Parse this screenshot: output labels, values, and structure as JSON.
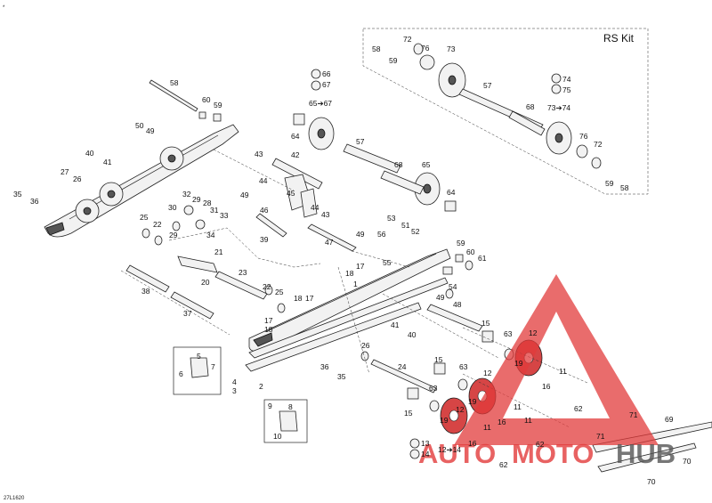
{
  "diagram": {
    "kit_title": "RS Kit",
    "drawing_code": "27L1620",
    "corner_mark": "*",
    "watermark": {
      "text_auto": "AUTO",
      "text_moto": "MOTO",
      "text_hub": "HUB",
      "color_primary": "#e23b3b",
      "color_secondary": "#555555"
    },
    "callouts": {
      "c1": "1",
      "c2": "2",
      "c3": "3",
      "c4": "4",
      "c5": "5",
      "c6": "6",
      "c7": "7",
      "c8": "8",
      "c9": "9",
      "c10": "10",
      "c11a": "11",
      "c11b": "11",
      "c11c": "11",
      "c11d": "11",
      "c12a": "12",
      "c12b": "12",
      "c12c": "12",
      "c13": "13",
      "c14": "14",
      "c12to14": "12➔14",
      "c15a": "15",
      "c15b": "15",
      "c15c": "15",
      "c16a": "16",
      "c16b": "16",
      "c16c": "16",
      "c17a": "17",
      "c17b": "17",
      "c17c": "17",
      "c18a": "18",
      "c18b": "18",
      "c18c": "18",
      "c19a": "19",
      "c19b": "19",
      "c19c": "19",
      "c20": "20",
      "c21": "21",
      "c22a": "22",
      "c22b": "22",
      "c23": "23",
      "c24": "24",
      "c25a": "25",
      "c25b": "25",
      "c26a": "26",
      "c26b": "26",
      "c27": "27",
      "c28": "28",
      "c29a": "29",
      "c29b": "29",
      "c30": "30",
      "c31": "31",
      "c32": "32",
      "c33": "33",
      "c34": "34",
      "c35a": "35",
      "c35b": "35",
      "c36a": "36",
      "c36b": "36",
      "c37": "37",
      "c38": "38",
      "c39": "39",
      "c40a": "40",
      "c40b": "40",
      "c41a": "41",
      "c41b": "41",
      "c42": "42",
      "c43a": "43",
      "c43b": "43",
      "c44a": "44",
      "c44b": "44",
      "c45": "45",
      "c46": "46",
      "c47": "47",
      "c48": "48",
      "c49a": "49",
      "c49b": "49",
      "c49c": "49",
      "c49d": "49",
      "c50": "50",
      "c51": "51",
      "c52": "52",
      "c53": "53",
      "c54": "54",
      "c55": "55",
      "c56": "56",
      "c57a": "57",
      "c57b": "57",
      "c58a": "58",
      "c58b": "58",
      "c58c": "58",
      "c59a": "59",
      "c59b": "59",
      "c59c": "59",
      "c59d": "59",
      "c60a": "60",
      "c60b": "60",
      "c61": "61",
      "c62a": "62",
      "c62b": "62",
      "c62c": "62",
      "c63a": "63",
      "c63b": "63",
      "c63c": "63",
      "c64a": "64",
      "c64b": "64",
      "c65": "65",
      "c66": "66",
      "c67": "67",
      "c65to67": "65➔67",
      "c68a": "68",
      "c68b": "68",
      "c69": "69",
      "c70a": "70",
      "c70b": "70",
      "c71a": "71",
      "c71b": "71",
      "c72a": "72",
      "c72b": "72",
      "c73": "73",
      "c74": "74",
      "c75": "75",
      "c73to74": "73➔74",
      "c76a": "76",
      "c76b": "76"
    }
  }
}
